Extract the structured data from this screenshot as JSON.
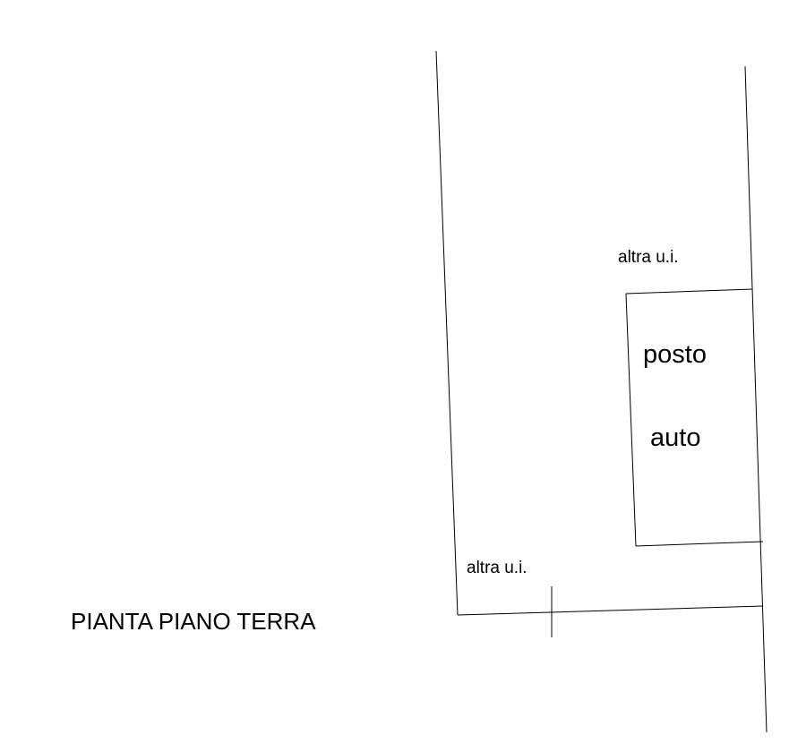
{
  "plan": {
    "title": "PIANTA PIANO TERRA",
    "labels": {
      "other_unit_top": "altra u.i.",
      "other_unit_bottom": "altra u.i.",
      "parking_line1": "posto",
      "parking_line2": "auto"
    },
    "colors": {
      "background": "#ffffff",
      "ink": "#000000"
    }
  }
}
